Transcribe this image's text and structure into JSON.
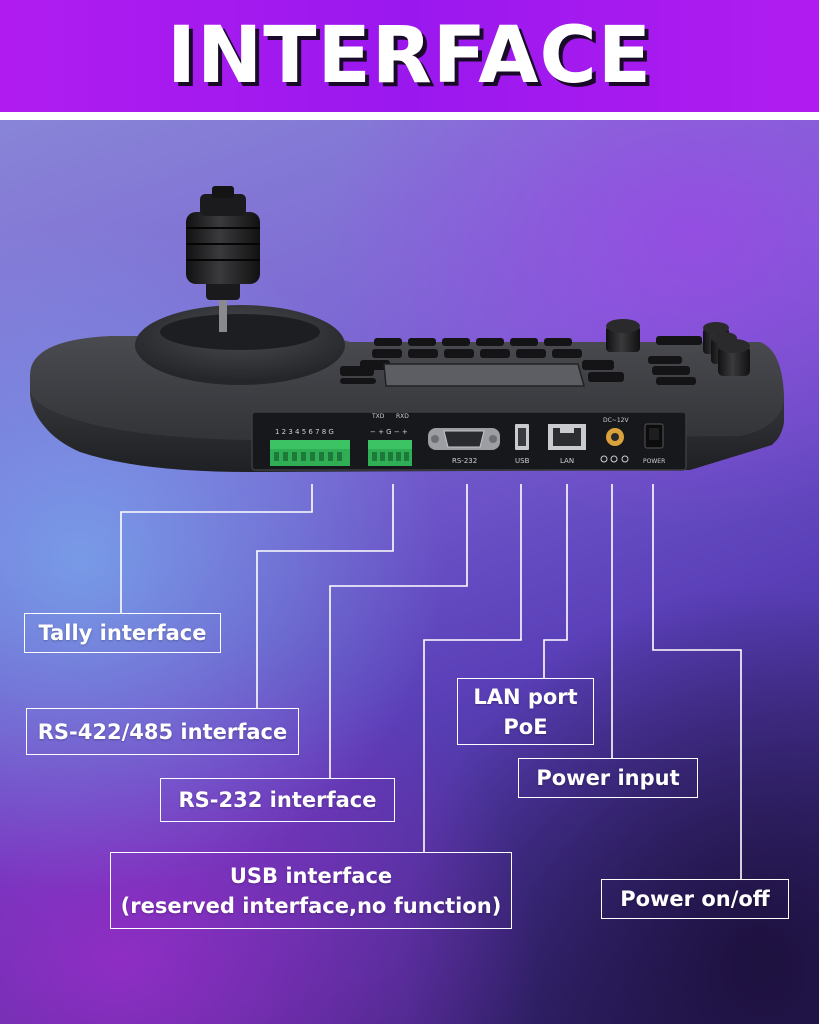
{
  "header": {
    "title": "INTERFACE"
  },
  "device": {
    "panel_labels": {
      "tally_pins": "1 2 3 4 5 6 7 8 G",
      "txd": "TXD",
      "rxd": "RXD",
      "rs422_pins": "− + G − +",
      "rs232": "RS-232",
      "usb": "USB",
      "lan": "LAN",
      "dc": "DC~12V",
      "power": "POWER"
    }
  },
  "callouts": {
    "tally": {
      "text": "Tally interface"
    },
    "rs422": {
      "text": "RS-422/485 interface"
    },
    "rs232": {
      "text": "RS-232 interface"
    },
    "usb": {
      "line1": "USB interface",
      "line2": "(reserved interface,no function)"
    },
    "lan": {
      "line1": "LAN port",
      "line2": "PoE"
    },
    "power_input": {
      "text": "Power input"
    },
    "power_switch": {
      "text": "Power on/off"
    }
  },
  "colors": {
    "banner": "#9a18ee",
    "accent_green": "#2fae55",
    "device_body": "#2e2f33",
    "callout_border": "#ffffff"
  }
}
